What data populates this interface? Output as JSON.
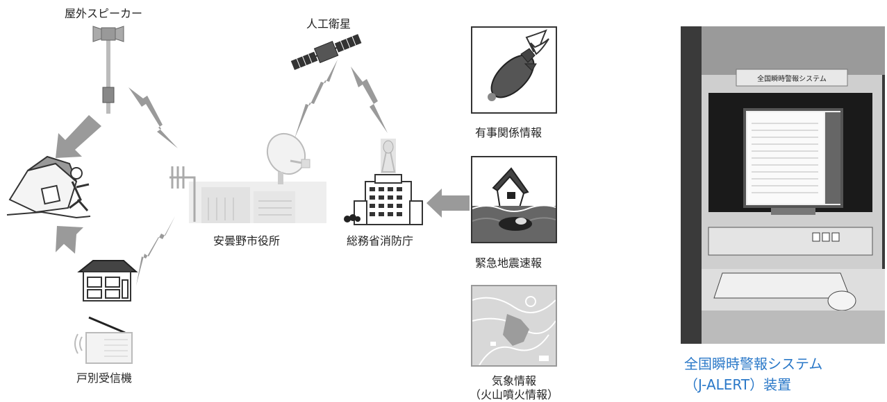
{
  "labels": {
    "outdoor_speaker": "屋外スピーカー",
    "satellite": "人工衛星",
    "city_hall": "安曇野市役所",
    "fire_agency": "総務省消防庁",
    "household_receiver": "戸別受信機",
    "armed_attack_info": "有事関係情報",
    "earthquake_warning": "緊急地震速報",
    "weather_info": "気象情報",
    "volcano_info": "（火山噴火情報）"
  },
  "photo": {
    "screen_title": "全国瞬時警報システム",
    "caption_line1": "全国瞬時警報システム",
    "caption_line2": "（J-ALERT）装置"
  },
  "colors": {
    "arrow_gray": "#9a9a9a",
    "caption_blue": "#2a78c8"
  }
}
